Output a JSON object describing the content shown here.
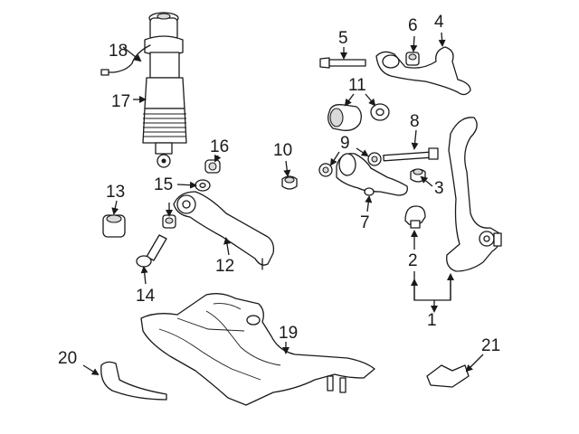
{
  "callouts": [
    "1",
    "2",
    "3",
    "4",
    "5",
    "6",
    "7",
    "8",
    "9",
    "10",
    "11",
    "12",
    "13",
    "14",
    "15",
    "16",
    "17",
    "18",
    "19",
    "20",
    "21"
  ],
  "colors": {
    "ink": "#1a1a1a",
    "background": "#ffffff",
    "shade": "#d9d9d9"
  }
}
